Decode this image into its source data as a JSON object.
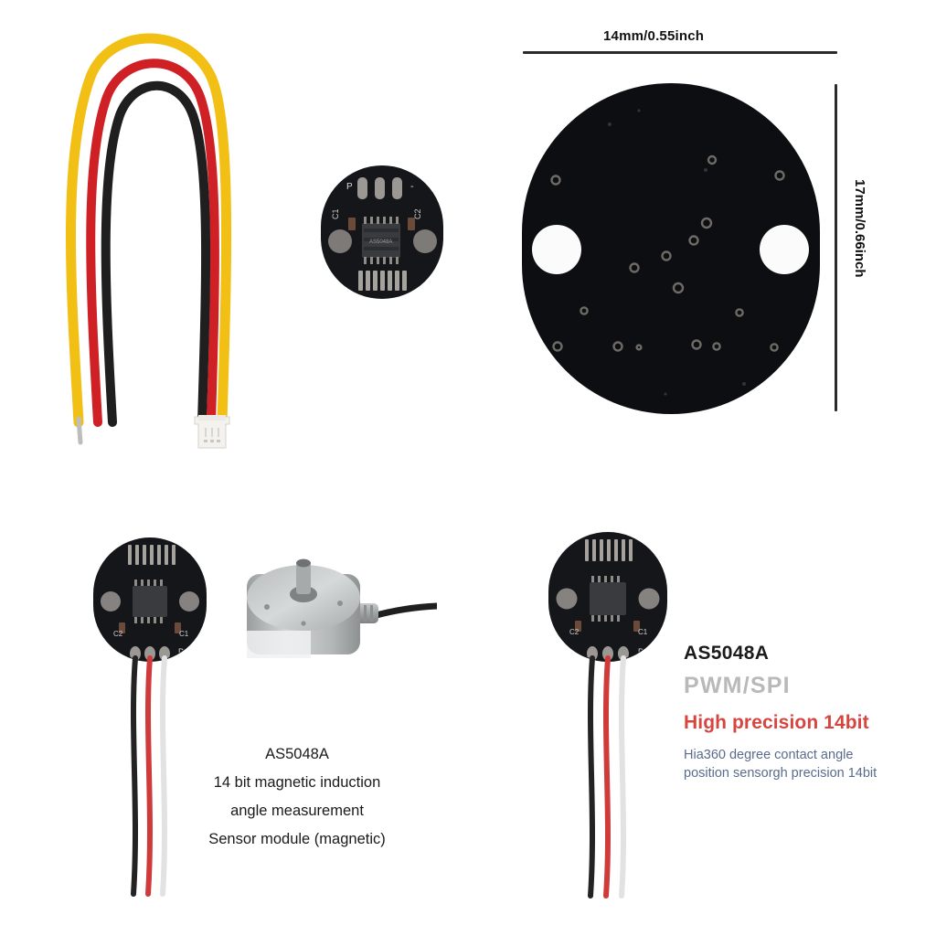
{
  "product": {
    "model": "AS5048A"
  },
  "dimensions": {
    "width_label": "14mm/0.55inch",
    "height_label": "17mm/0.66inch"
  },
  "pcb_silkscreen": {
    "pin_p": "P",
    "pin_minus": "-",
    "cap_left": "C1",
    "cap_right": "C2",
    "chip_label": "AS5048A"
  },
  "caption_left": {
    "lines": [
      "AS5048A",
      "14 bit magnetic induction",
      "angle measurement",
      "Sensor module (magnetic)"
    ]
  },
  "callout_right": {
    "title": "AS5048A",
    "protocol": "PWM/SPI",
    "highlight": "High precision 14bit",
    "description_line1": "Hia360 degree contact angle",
    "description_line2": "position sensorgh precision 14bit"
  },
  "colors": {
    "background": "#ffffff",
    "pcb_black": "#15161a",
    "wire_yellow": "#f2c014",
    "wire_red": "#cf2026",
    "wire_black": "#1c1c1c",
    "wire_white": "#e8e8e8",
    "highlight_red": "#d6453f",
    "protocol_grey": "#b9b9b9",
    "description_blue": "#5a6b8c",
    "encoder_grey": "#b9bcbd",
    "dimension_line": "#2b2b2b"
  }
}
